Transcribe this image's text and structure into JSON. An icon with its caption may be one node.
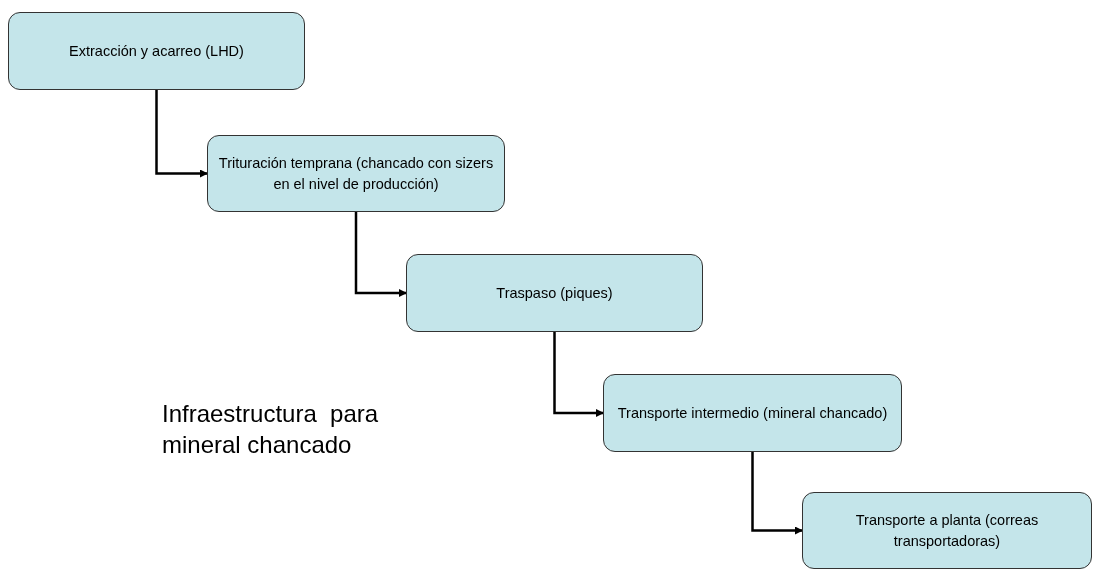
{
  "diagram": {
    "nodes": [
      {
        "text": [
          "Extracción y acarreo (LHD)"
        ]
      },
      {
        "text": [
          "Trituración temprana (chancado con sizers en el nivel de producción)"
        ]
      },
      {
        "text": [
          "Traspaso (piques)"
        ]
      },
      {
        "text": [
          "Transporte intermedio (mineral chancado)"
        ]
      },
      {
        "text": [
          "Transporte a planta (correas transportadoras)"
        ]
      }
    ],
    "edges": [
      {
        "from": 0,
        "to": 1,
        "arrow": "to"
      },
      {
        "from": 1,
        "to": 2,
        "arrow": "to"
      },
      {
        "from": 2,
        "to": 3,
        "arrow": "to"
      },
      {
        "from": 3,
        "to": 4,
        "arrow": "to"
      }
    ],
    "labels": [
      "Infraestructura  para mineral chancado"
    ]
  }
}
